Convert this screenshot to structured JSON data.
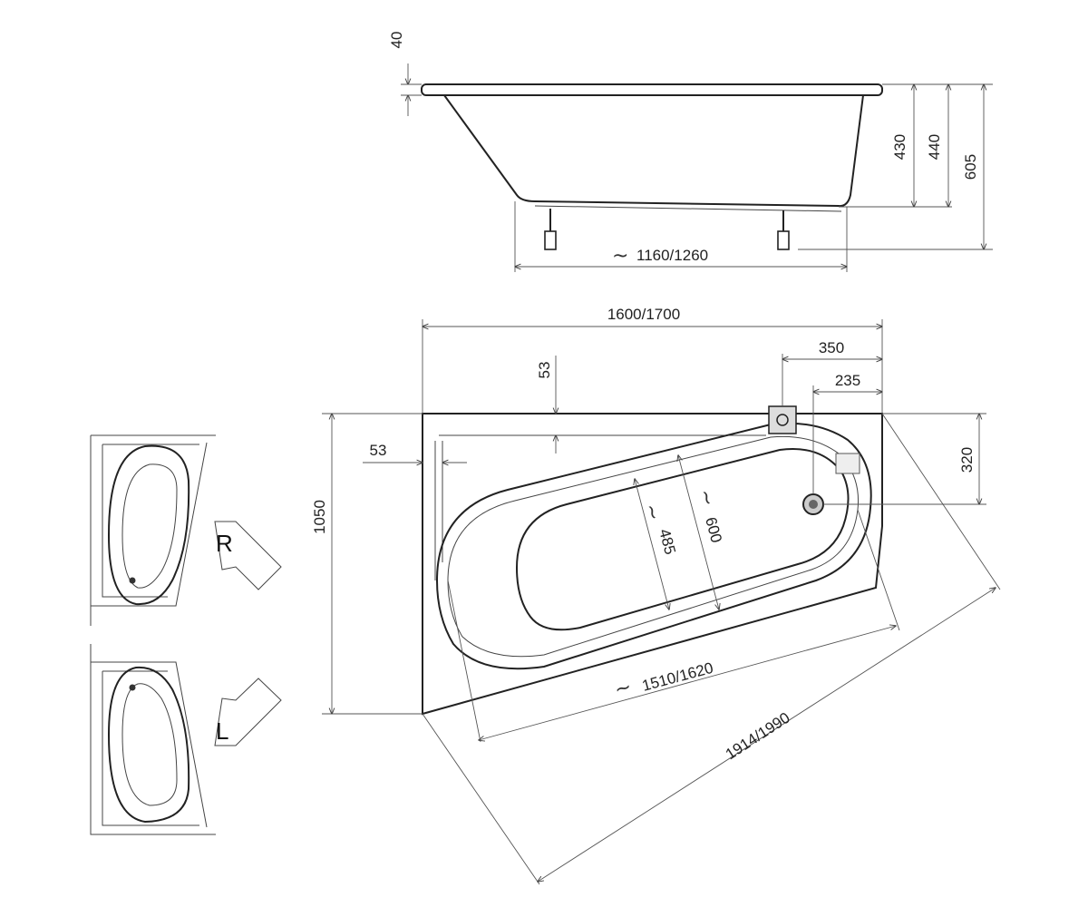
{
  "side_view": {
    "rim": "40",
    "width": "1160/1260",
    "depth_430": "430",
    "depth_440": "440",
    "height_605": "605"
  },
  "top_view": {
    "length": "1600/1700",
    "height": "1050",
    "offset_350": "350",
    "offset_235": "235",
    "offset_320": "320",
    "rim_top": "53",
    "rim_left": "53",
    "inner_485": "485",
    "inner_600": "600",
    "inner_length": "1510/1620",
    "diagonal": "1914/1990"
  },
  "variants": {
    "right": "R",
    "left": "L"
  },
  "symbols": {
    "approx": "~"
  }
}
